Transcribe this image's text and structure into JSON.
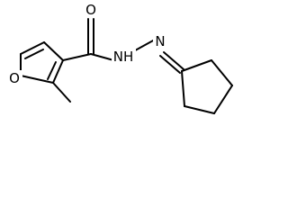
{
  "structure": {
    "atoms": {
      "carbonyl_oxygen": "O",
      "amide_nitrogen": "NH",
      "hydrazone_nitrogen": "N",
      "ring_oxygen": "O"
    }
  }
}
